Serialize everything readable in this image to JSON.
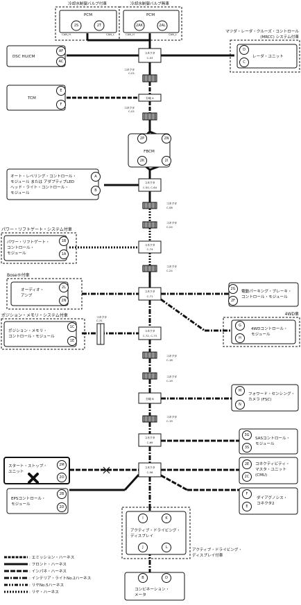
{
  "top": {
    "cap_left": "冷却水制御バルブ付車",
    "cap_right": "冷却水制御バルブ無車",
    "pcm": "PCM",
    "can_h": "CAN_H",
    "can_l": "CAN_L",
    "pins_left": [
      "2S",
      "2T"
    ],
    "pins_right": [
      "2AK",
      "2AL"
    ]
  },
  "modules": {
    "dsc": "DSC HU/CM",
    "tcm": "TCM",
    "auto_leveling": [
      "オート・レベリング・コントロール・",
      "モジュール または アダプティブLED",
      "ヘッド・ライト・コントロール・",
      "モジュール"
    ],
    "power_liftgate": [
      "パワー・リフトゲート・",
      "コントロール・",
      "モジュール"
    ],
    "audio": [
      "オーディオ・",
      "アンプ"
    ],
    "position_memory": [
      "ポジション・メモリ・",
      "コントロール・モジュール"
    ],
    "start_stop": [
      "スタート・ストップ・",
      "ユニット"
    ],
    "eps": [
      "EPSコントロール・",
      "モジュール"
    ],
    "fbcm": "FBCM",
    "radar": "レーダ・ユニット",
    "epb": [
      "電動パーキング・ブレーキ・",
      "コントロール・モジュール"
    ],
    "awd": [
      "4WDコントロール・",
      "モジュール"
    ],
    "fsc": [
      "フォワード・センシング・",
      "カメラ (FSC)"
    ],
    "sas": [
      "SASコントロール・",
      "モジュール"
    ],
    "cmu": [
      "コネクティビティ・",
      "マスタ・ユニット",
      "(CMU)"
    ],
    "dlc": [
      "ダイアグノシス・",
      "コネクタ2"
    ],
    "active_driving": [
      "アクティブ・ドライビング・",
      "ディスプレイ"
    ],
    "instrument": [
      "コンビネーション・",
      "メータ"
    ]
  },
  "captions": {
    "mrcc": [
      "マツダ・レーダ・クルーズ・コントロール",
      "(MRCC) システム付車"
    ],
    "power_liftgate": "パワー・リフトゲート・システム付車",
    "bose": "Bose®付車",
    "position_memory": "ポジション・メモリ・システム付車",
    "awd": "4WD車",
    "active_driving": [
      "アクティブ・ドライビング・",
      "ディスプレイ付車"
    ]
  },
  "connectors": {
    "c53": [
      "コネクタ",
      "C-53"
    ],
    "c01a": [
      "コネクタ",
      "C-01"
    ],
    "joint_a": "分岐 A",
    "c01b": [
      "コネクタ",
      "C-01"
    ],
    "c5064": [
      "コネクタ",
      "C-50, C-64"
    ],
    "c08": [
      "コネクタ",
      "C-08"
    ],
    "c24a": [
      "コネクタ",
      "C-24"
    ],
    "c74": [
      "コネクタ",
      "C-74"
    ],
    "c24b": [
      "コネクタ",
      "C-24"
    ],
    "c71": [
      "コネクタ",
      "C-71"
    ],
    "c31": [
      "コネクタ",
      "C-31"
    ],
    "c7273": [
      "コネクタ",
      "C-72, C-73"
    ],
    "c16": [
      "コネクタ",
      "C-16"
    ],
    "c19a": [
      "コネクタ",
      "C-19"
    ],
    "joint_b": "分岐 B",
    "c19b": [
      "コネクタ",
      "C-19"
    ],
    "c69": [
      "コネクタ",
      "C-69"
    ],
    "c56": [
      "コネクタ",
      "C-56"
    ]
  },
  "pins": {
    "dsc": [
      "AF",
      "AC"
    ],
    "tcm": [
      "E",
      "F"
    ],
    "auto_leveling": [
      "A",
      "B"
    ],
    "power_liftgate": [
      "1B",
      "1A"
    ],
    "audio": [
      "2L",
      "2N"
    ],
    "position_memory": [
      "1C",
      "1E"
    ],
    "start_stop": [
      "2M",
      "2O"
    ],
    "eps": [
      "2B",
      "2D"
    ],
    "fbcm": [
      "2P",
      "2N",
      "2K",
      "2I"
    ],
    "radar": [
      "D",
      "C"
    ],
    "epb": [
      "2G",
      "2F"
    ],
    "awd": [
      "G",
      "H"
    ],
    "fsc": [
      "M",
      "N"
    ],
    "sas": [
      "3G",
      "3S"
    ],
    "cmu": [
      "2E",
      "2C"
    ],
    "dlc": [
      "F",
      "E"
    ],
    "active_driving": [
      "I",
      "K",
      "J",
      "L"
    ],
    "instrument": [
      "B",
      "D"
    ]
  },
  "legend": [
    ": エミッション・ハーネス",
    ": フロント・ハーネス",
    ": インパネ・ハーネス",
    ": インテリア・ライトNo.2ハーネス",
    ": リヤNo.5ハーネス",
    ": リヤ・ハーネス"
  ]
}
